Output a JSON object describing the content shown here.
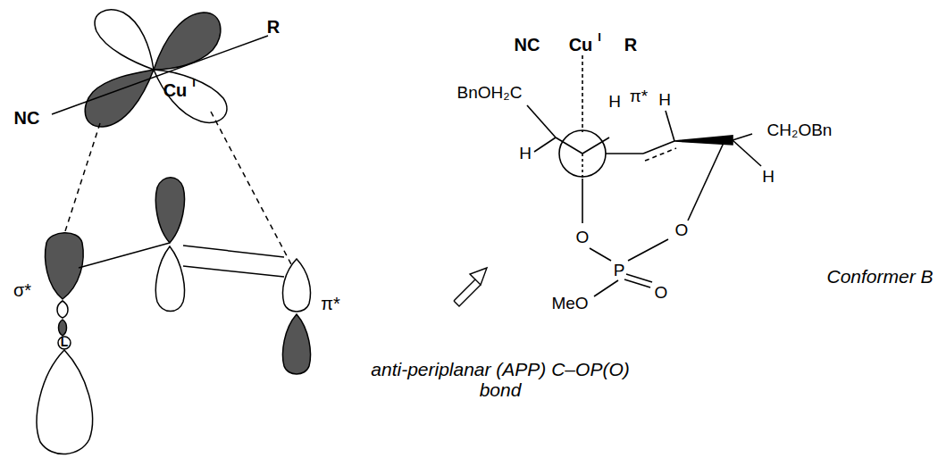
{
  "diagram": {
    "labels": [
      "NC",
      "Cu",
      "I",
      "R",
      "π*",
      "σ*",
      "L",
      "NC",
      "Cu",
      "I",
      "R",
      "BnOH₂C",
      "H",
      "H",
      "π*",
      "H",
      "CH₂OBn",
      "H",
      "O",
      "O",
      "P",
      "O",
      "MeO",
      "anti-periplanar (APP) C–OP(O) bond",
      "Conformer B"
    ]
  }
}
